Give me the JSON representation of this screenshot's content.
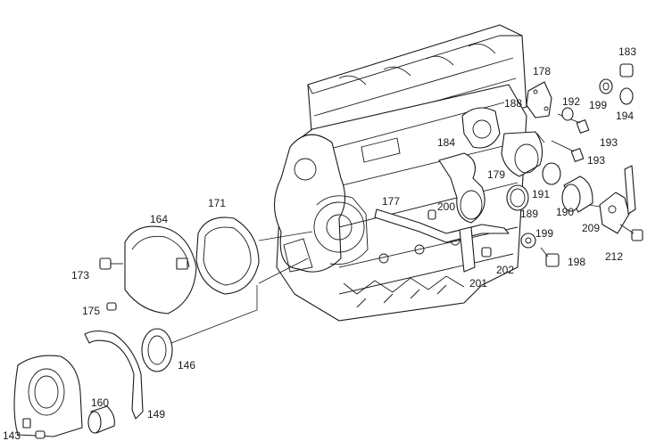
{
  "callouts": {
    "c183": "183",
    "c178": "178",
    "c192": "192",
    "c199a": "199",
    "c194": "194",
    "c188": "188",
    "c193a": "193",
    "c193b": "193",
    "c184": "184",
    "c179": "179",
    "c191": "191",
    "c190": "190",
    "c189": "189",
    "c171": "171",
    "c164": "164",
    "c177": "177",
    "c200": "200",
    "c209": "209",
    "c199b": "199",
    "c212": "212",
    "c173": "173",
    "c202": "202",
    "c198": "198",
    "c201": "201",
    "c175": "175",
    "c146": "146",
    "c160": "160",
    "c149": "149",
    "c143": "143"
  }
}
